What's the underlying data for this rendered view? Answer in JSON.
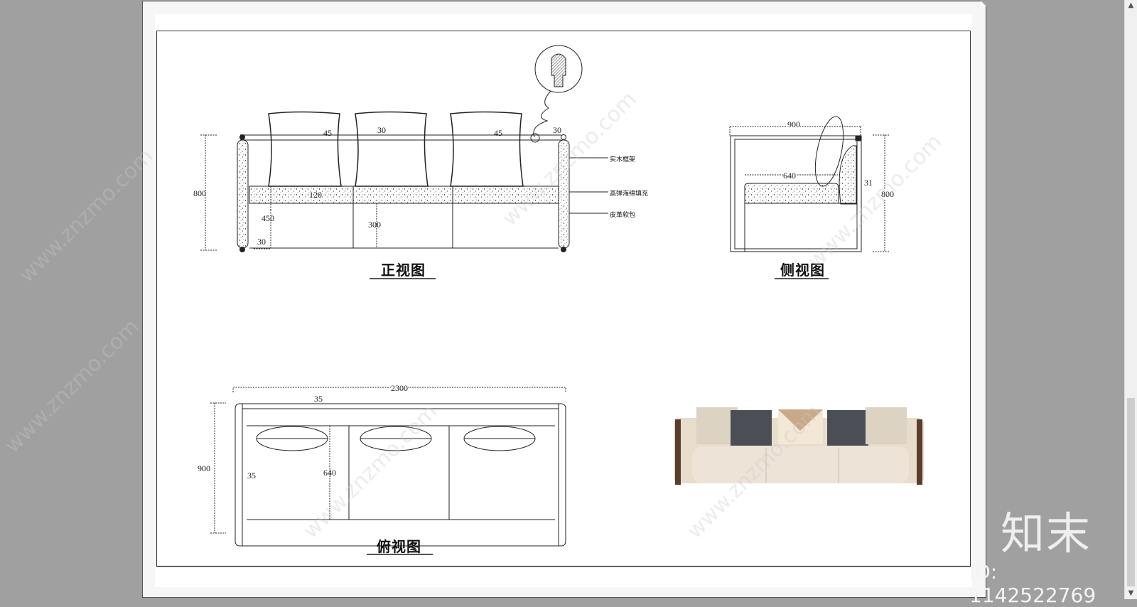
{
  "viewer": {
    "scrollbar": {
      "up_icon": "▲",
      "down_icon": "▼"
    }
  },
  "drawing": {
    "views": {
      "front": {
        "title": "正视图",
        "dimensions": {
          "height": "800",
          "seat_height": "450",
          "leg": "30",
          "base": "300",
          "cushion": "120",
          "back_top_a": "45",
          "back_top_b": "30",
          "back_top_c": "45",
          "arm_top": "30"
        },
        "annotations": [
          "实木框架",
          "高弹海绵填充",
          "皮革软包"
        ]
      },
      "side": {
        "title": "侧视图",
        "dimensions": {
          "depth": "900",
          "seat_depth": "640",
          "back": "31",
          "height": "800"
        }
      },
      "top": {
        "title": "俯视图",
        "dimensions": {
          "width": "2300",
          "back_thickness": "35",
          "depth": "900",
          "arm": "35",
          "seat_depth": "640"
        }
      },
      "render": {
        "title": "sofa-render"
      }
    }
  },
  "watermark": {
    "site": "www.znzmo.com",
    "brand": "知末",
    "id_label": "ID: 1142522769"
  },
  "colors": {
    "background": "#a0a0a0",
    "sheet": "#ffffff",
    "line": "#222222",
    "sofa_fabric": "#e8dccd",
    "sofa_frame": "#5a3d2e",
    "pillow_dark": "#4b4f55"
  }
}
